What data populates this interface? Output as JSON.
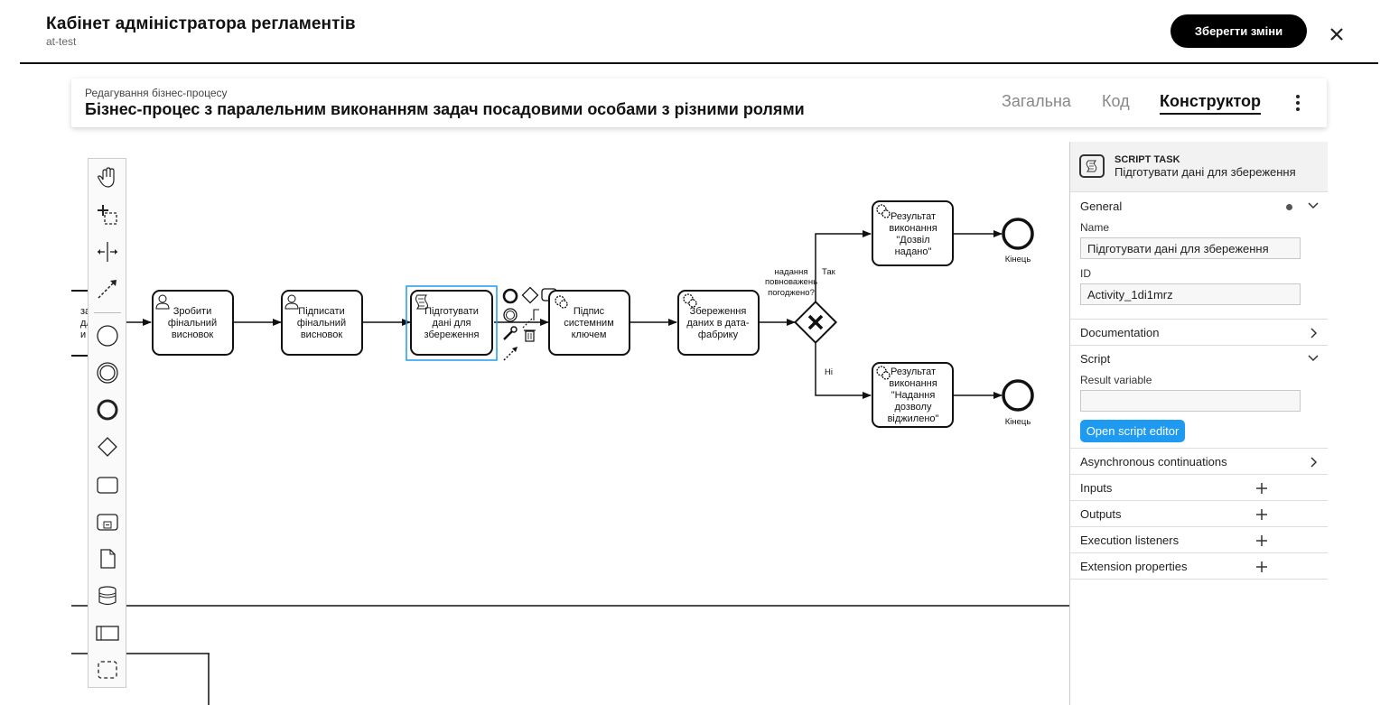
{
  "header": {
    "title": "Кабінет адміністратора регламентів",
    "subtitle": "at-test",
    "save_label": "Зберегти зміни"
  },
  "process": {
    "caption": "Редагування бізнес-процесу",
    "title": "Бізнес-процес з паралельним виконанням задач посадовими особами з різними ролями",
    "tabs": [
      {
        "label": "Загальна",
        "active": false
      },
      {
        "label": "Код",
        "active": false
      },
      {
        "label": "Конструктор",
        "active": true
      }
    ]
  },
  "diagram": {
    "partial_task_lines": [
      "зати",
      "для",
      "и"
    ],
    "tasks": [
      {
        "id": "t1",
        "kind": "user",
        "lines": [
          "Зробити",
          "фінальний",
          "висновок"
        ]
      },
      {
        "id": "t2",
        "kind": "user",
        "lines": [
          "Підписати",
          "фінальний",
          "висновок"
        ]
      },
      {
        "id": "t3",
        "kind": "script",
        "lines": [
          "Підготувати",
          "дані для",
          "збереження"
        ],
        "selected": true
      },
      {
        "id": "t4",
        "kind": "service",
        "lines": [
          "Підпис",
          "системним",
          "ключем"
        ]
      },
      {
        "id": "t5",
        "kind": "service",
        "lines": [
          "Збереження",
          "даних в дата-",
          "фабрику"
        ]
      },
      {
        "id": "t6",
        "kind": "service",
        "lines": [
          "Результат",
          "виконання",
          "\"Дозвіл",
          "надано\""
        ]
      },
      {
        "id": "t7",
        "kind": "service",
        "lines": [
          "Результат",
          "виконання",
          "\"Надання",
          "дозволу",
          "віджилено\""
        ]
      }
    ],
    "gateway_label": [
      "надання",
      "повноважень",
      "погоджено?"
    ],
    "flow_yes": "Так",
    "flow_no": "Ні",
    "end_label_1": "Кінець",
    "end_label_2": "Кінець"
  },
  "palette": {
    "items": [
      "hand-tool-icon",
      "lasso-tool-icon",
      "space-tool-icon",
      "global-connect-icon",
      "start-event-icon",
      "intermediate-event-icon",
      "end-event-icon",
      "gateway-icon",
      "task-icon",
      "subprocess-icon",
      "data-object-icon",
      "data-store-icon",
      "pool-icon",
      "group-icon"
    ]
  },
  "properties": {
    "element_type": "SCRIPT TASK",
    "element_name": "Підготувати дані для збереження",
    "general": {
      "title": "General",
      "name_label": "Name",
      "name_value": "Підготувати дані для збереження",
      "id_label": "ID",
      "id_value": "Activity_1di1mrz"
    },
    "documentation_title": "Documentation",
    "script": {
      "title": "Script",
      "result_label": "Result variable",
      "result_value": "",
      "editor_button": "Open script editor"
    },
    "async_title": "Asynchronous continuations",
    "inputs_title": "Inputs",
    "outputs_title": "Outputs",
    "listeners_title": "Execution listeners",
    "extensions_title": "Extension properties"
  }
}
